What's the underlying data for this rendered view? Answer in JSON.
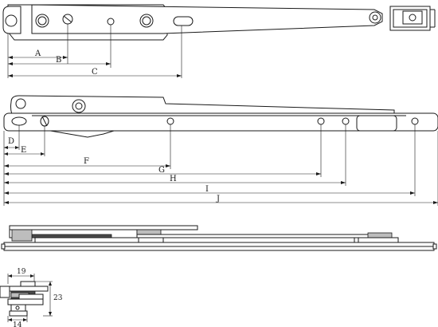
{
  "top_view": {
    "labels": {
      "a": "A",
      "b": "B",
      "c": "C"
    }
  },
  "side_view": {
    "labels": {
      "d": "D",
      "e": "E",
      "f": "F",
      "g": "G",
      "h": "H",
      "i": "I",
      "j": "J"
    }
  },
  "section_view": {
    "dims": {
      "width_top": "19",
      "height": "23",
      "width_bottom": "14"
    }
  }
}
